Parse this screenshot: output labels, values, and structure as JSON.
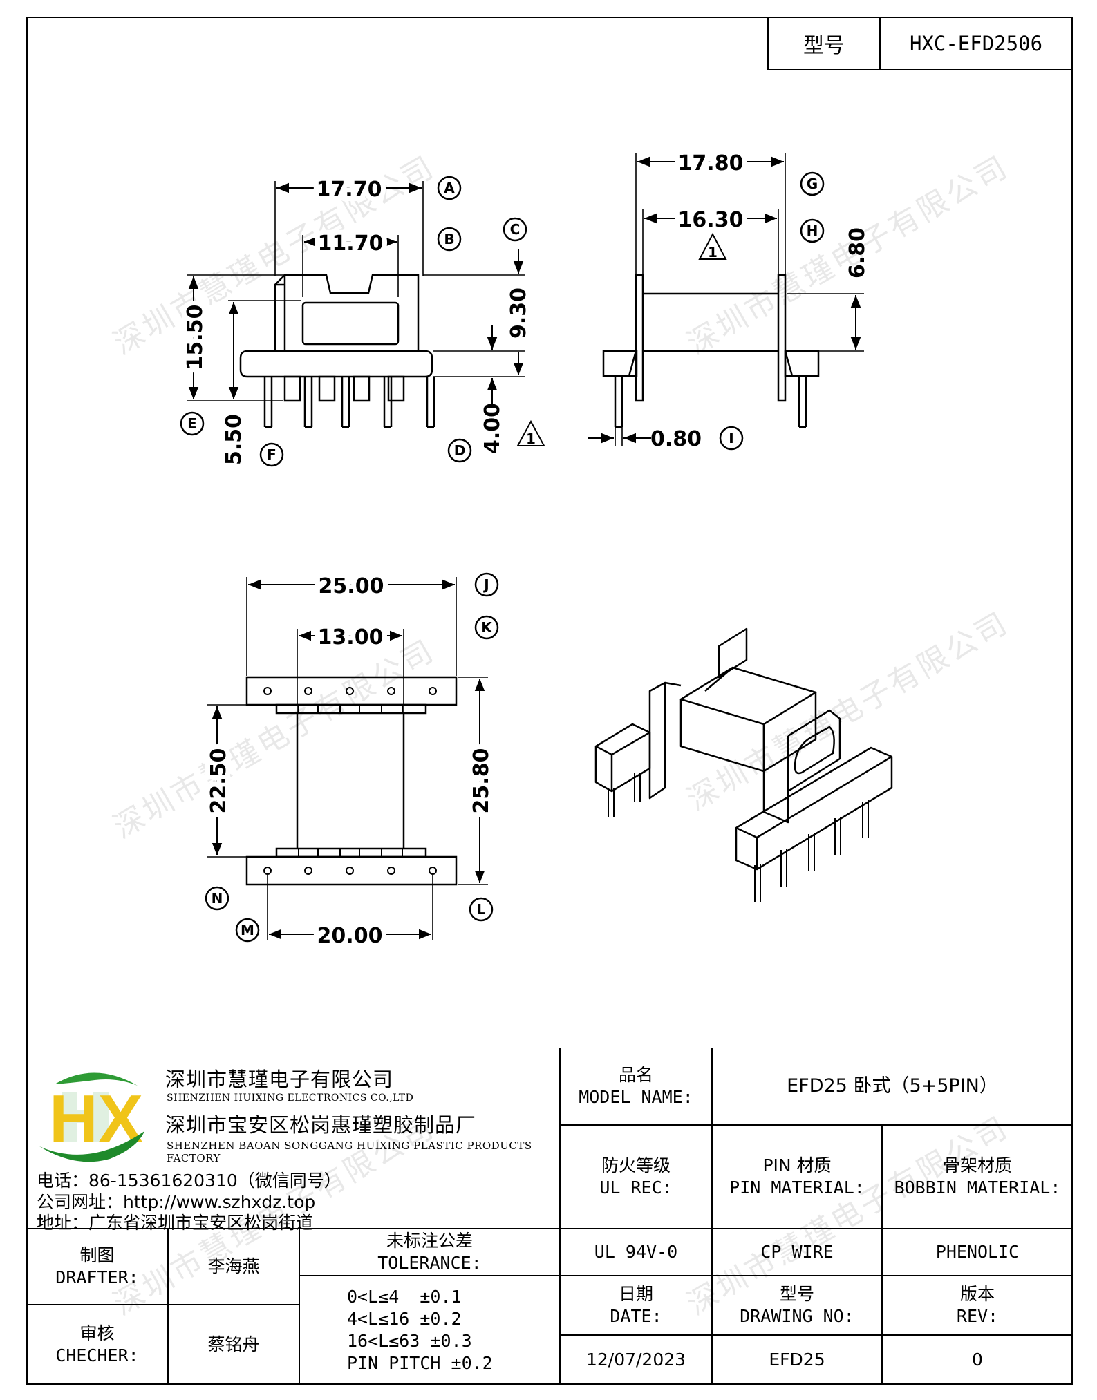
{
  "header": {
    "model_label": "型号",
    "model_value": "HXC-EFD2506"
  },
  "dimensions": {
    "top_left": {
      "d_1770": "17.70",
      "d_1170": "11.70",
      "d_1550": "15.50",
      "d_930": "9.30",
      "d_550": "5.50",
      "d_400": "4.00"
    },
    "top_right": {
      "d_1780": "17.80",
      "d_1630": "16.30",
      "d_680": "6.80",
      "d_080": "0.80"
    },
    "bottom": {
      "d_2500": "25.00",
      "d_1300": "13.00",
      "d_2250": "22.50",
      "d_2580": "25.80",
      "d_2000": "20.00"
    },
    "warning_mark": "1"
  },
  "callouts": {
    "A": "A",
    "B": "B",
    "C": "C",
    "D": "D",
    "E": "E",
    "F": "F",
    "G": "G",
    "H": "H",
    "I": "I",
    "J": "J",
    "K": "K",
    "L": "L",
    "M": "M",
    "N": "N"
  },
  "watermark": "深圳市慧瑾电子有限公司",
  "company": {
    "logo_text": "HX",
    "name_cn": "深圳市慧瑾电子有限公司",
    "name_en": "SHENZHEN HUIXING ELECTRONICS CO.,LTD",
    "factory_cn": "深圳市宝安区松岗惠瑾塑胶制品厂",
    "factory_en": "SHENZHEN BAOAN SONGGANG HUIXING PLASTIC PRODUCTS FACTORY",
    "phone": "电话：86-15361620310（微信同号）",
    "website": "公司网址：http://www.szhxdz.top",
    "address": "地址：广东省深圳市宝安区松岗街道"
  },
  "title_block": {
    "model_name_cn": "品名",
    "model_name_en": "MODEL NAME:",
    "model_name_value": "EFD25 卧式（5+5PIN）",
    "ul_cn": "防火等级",
    "ul_en": "UL REC:",
    "pin_cn": "PIN 材质",
    "pin_en": "PIN MATERIAL:",
    "bobbin_cn": "骨架材质",
    "bobbin_en": "BOBBIN MATERIAL:",
    "ul_value": "UL 94V-0",
    "pin_value": "CP WIRE",
    "bobbin_value": "PHENOLIC",
    "drafter_cn": "制图",
    "drafter_en": "DRAFTER:",
    "drafter_name": "李海燕",
    "checker_cn": "审核",
    "checker_en": "CHECHER:",
    "checker_name": "蔡铭舟",
    "tolerance_cn": "未标注公差",
    "tolerance_en": "TOLERANCE:",
    "tolerance_lines": [
      "0<L≤4  ±0.1",
      "4<L≤16 ±0.2",
      "16<L≤63 ±0.3",
      "PIN PITCH ±0.2"
    ],
    "date_cn": "日期",
    "date_en": "DATE:",
    "drawing_no_cn": "型号",
    "drawing_no_en": "DRAWING NO:",
    "rev_cn": "版本",
    "rev_en": "REV:",
    "date_value": "12/07/2023",
    "drawing_no_value": "EFD25",
    "rev_value": "0"
  }
}
